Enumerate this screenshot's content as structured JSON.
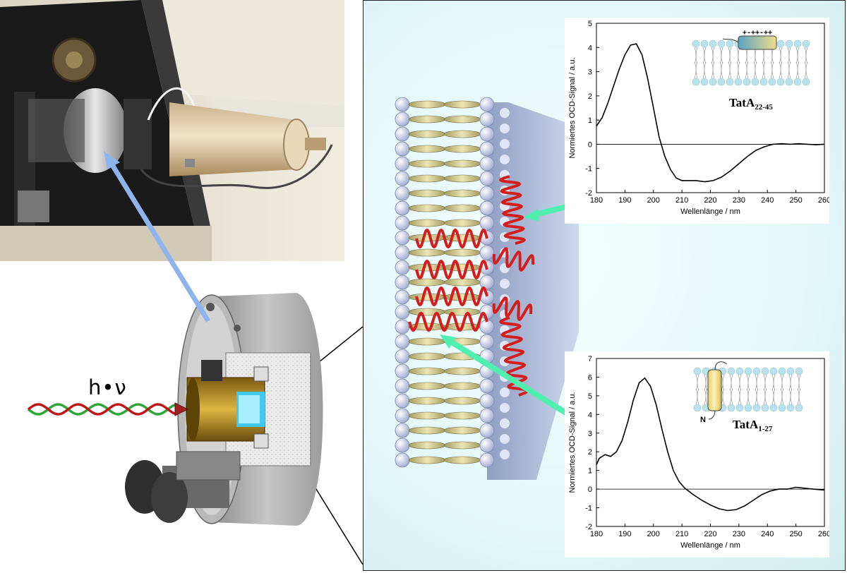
{
  "labels": {
    "light": "h•ν",
    "n_terminus": "N",
    "charge_marks": "+-++-++"
  },
  "colors": {
    "arrow_blue": "#8fb3ec",
    "arrow_green": "#4fefb0",
    "helix_red": "#d41e1e",
    "lipid_yellow": "#e6e0a8",
    "lipid_head": "#c7d2ee",
    "panel_bg": "#e3f7f7"
  },
  "chart_data": [
    {
      "type": "line",
      "peptide_label": {
        "base": "TatA",
        "sub": "22-45"
      },
      "xlabel": "Wellenlänge / nm",
      "ylabel": "Normiertes OCD-Signal / a.u.",
      "xlim": [
        180,
        260
      ],
      "ylim": [
        -2,
        5
      ],
      "xticks": [
        180,
        190,
        200,
        210,
        220,
        230,
        240,
        250,
        260
      ],
      "yticks": [
        -2,
        -1,
        0,
        1,
        2,
        3,
        4,
        5
      ],
      "zero_line": true,
      "x": [
        180,
        182,
        184,
        186,
        188,
        190,
        192,
        194,
        196,
        198,
        200,
        202,
        204,
        206,
        208,
        210,
        212,
        215,
        218,
        221,
        224,
        227,
        230,
        233,
        236,
        239,
        242,
        245,
        248,
        251,
        254,
        257,
        260
      ],
      "y": [
        0.75,
        1.1,
        1.7,
        2.4,
        3.1,
        3.7,
        4.1,
        4.15,
        3.7,
        2.7,
        1.5,
        0.3,
        -0.5,
        -1.05,
        -1.4,
        -1.5,
        -1.5,
        -1.5,
        -1.55,
        -1.5,
        -1.35,
        -1.1,
        -0.8,
        -0.5,
        -0.25,
        -0.1,
        0.0,
        0.02,
        0.0,
        0.02,
        0.0,
        -0.02,
        0.0
      ]
    },
    {
      "type": "line",
      "peptide_label": {
        "base": "TatA",
        "sub": "1-27"
      },
      "xlabel": "Wellenlänge / nm",
      "ylabel": "Normiertes OCD-Signal / a.u.",
      "xlim": [
        180,
        260
      ],
      "ylim": [
        -2,
        7
      ],
      "xticks": [
        180,
        190,
        200,
        210,
        220,
        230,
        240,
        250,
        260
      ],
      "yticks": [
        -2,
        -1,
        0,
        1,
        2,
        3,
        4,
        5,
        6,
        7
      ],
      "zero_line": true,
      "x": [
        180,
        181,
        183,
        185,
        187,
        189,
        191,
        193,
        195,
        197,
        199,
        201,
        203,
        205,
        207,
        209,
        211,
        214,
        217,
        220,
        223,
        226,
        229,
        232,
        235,
        238,
        241,
        244,
        247,
        250,
        253,
        256,
        260
      ],
      "y": [
        1.3,
        1.65,
        1.85,
        1.75,
        2.0,
        2.6,
        3.6,
        4.8,
        5.7,
        5.95,
        5.5,
        4.5,
        3.2,
        2.0,
        1.0,
        0.4,
        0.05,
        -0.3,
        -0.6,
        -0.85,
        -1.05,
        -1.15,
        -1.1,
        -0.9,
        -0.6,
        -0.3,
        -0.1,
        0.0,
        0.0,
        0.1,
        0.05,
        0.0,
        -0.05
      ]
    }
  ]
}
